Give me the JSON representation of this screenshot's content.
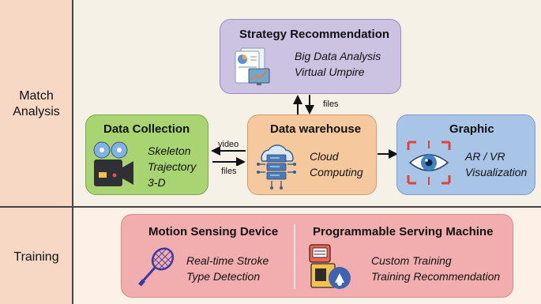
{
  "rows": {
    "match_analysis": [
      "Match",
      "Analysis"
    ],
    "training": "Training"
  },
  "boxes": {
    "strategy": {
      "title": "Strategy Recommendation",
      "lines": [
        "Big Data Analysis",
        "Virtual Umpire"
      ],
      "icon": "document-chart-icon",
      "color": "#ccc3e3"
    },
    "collection": {
      "title": "Data Collection",
      "lines": [
        "Skeleton",
        "Trajectory",
        "3-D"
      ],
      "icon": "video-camera-icon",
      "color": "#a9d472"
    },
    "warehouse": {
      "title": "Data warehouse",
      "lines": [
        "Cloud",
        "Computing"
      ],
      "icon": "cloud-server-icon",
      "color": "#f5c89e"
    },
    "graphic": {
      "title": "Graphic",
      "lines": [
        "AR / VR",
        "Visualization"
      ],
      "icon": "eye-target-icon",
      "color": "#a8c4e6"
    },
    "motion": {
      "title": "Motion Sensing Device",
      "lines": [
        "Real-time Stroke",
        "Type Detection"
      ],
      "icon": "badminton-racket-icon"
    },
    "serving": {
      "title": "Programmable Serving Machine",
      "lines": [
        "Custom Training",
        "Training Recommendation"
      ],
      "icon": "serving-machine-icon"
    }
  },
  "training_box_color": "#f2aeae",
  "arrows": {
    "files_up": "files",
    "video": "video",
    "files_right": "files"
  },
  "colors": {
    "label_column": "#f7d8c4",
    "match_bg": "#f5f1e6",
    "training_bg": "#fdf0e6"
  }
}
